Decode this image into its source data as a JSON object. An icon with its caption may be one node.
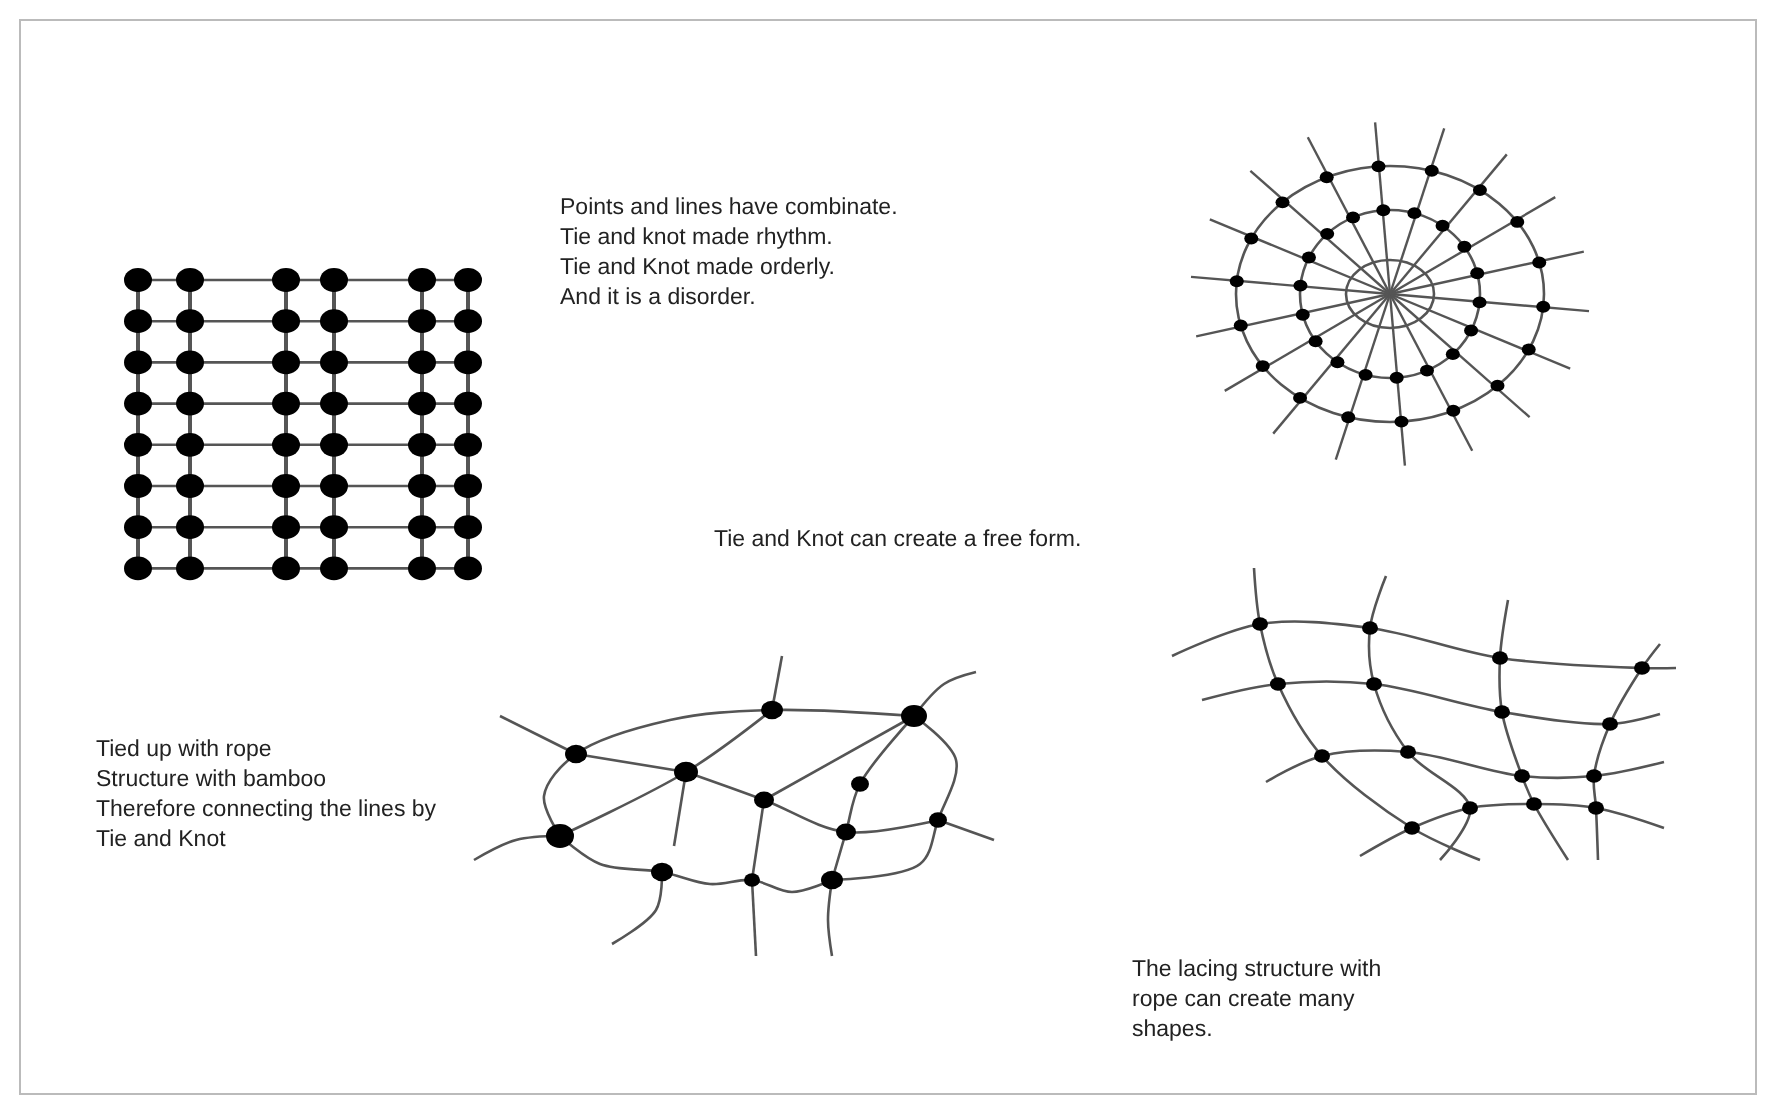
{
  "diagram": {
    "labels": [
      "Points and lines have combinate.",
      "Tie and knot made rhythm.",
      "Tie and Knot made orderly.",
      "And it is a disorder.",
      "Tie and Knot can create a free form.",
      "Tied up with rope",
      "Structure with bamboo",
      "Therefore connecting the lines by Tie and Knot",
      "The lacing structure with rope can create many shapes."
    ]
  }
}
